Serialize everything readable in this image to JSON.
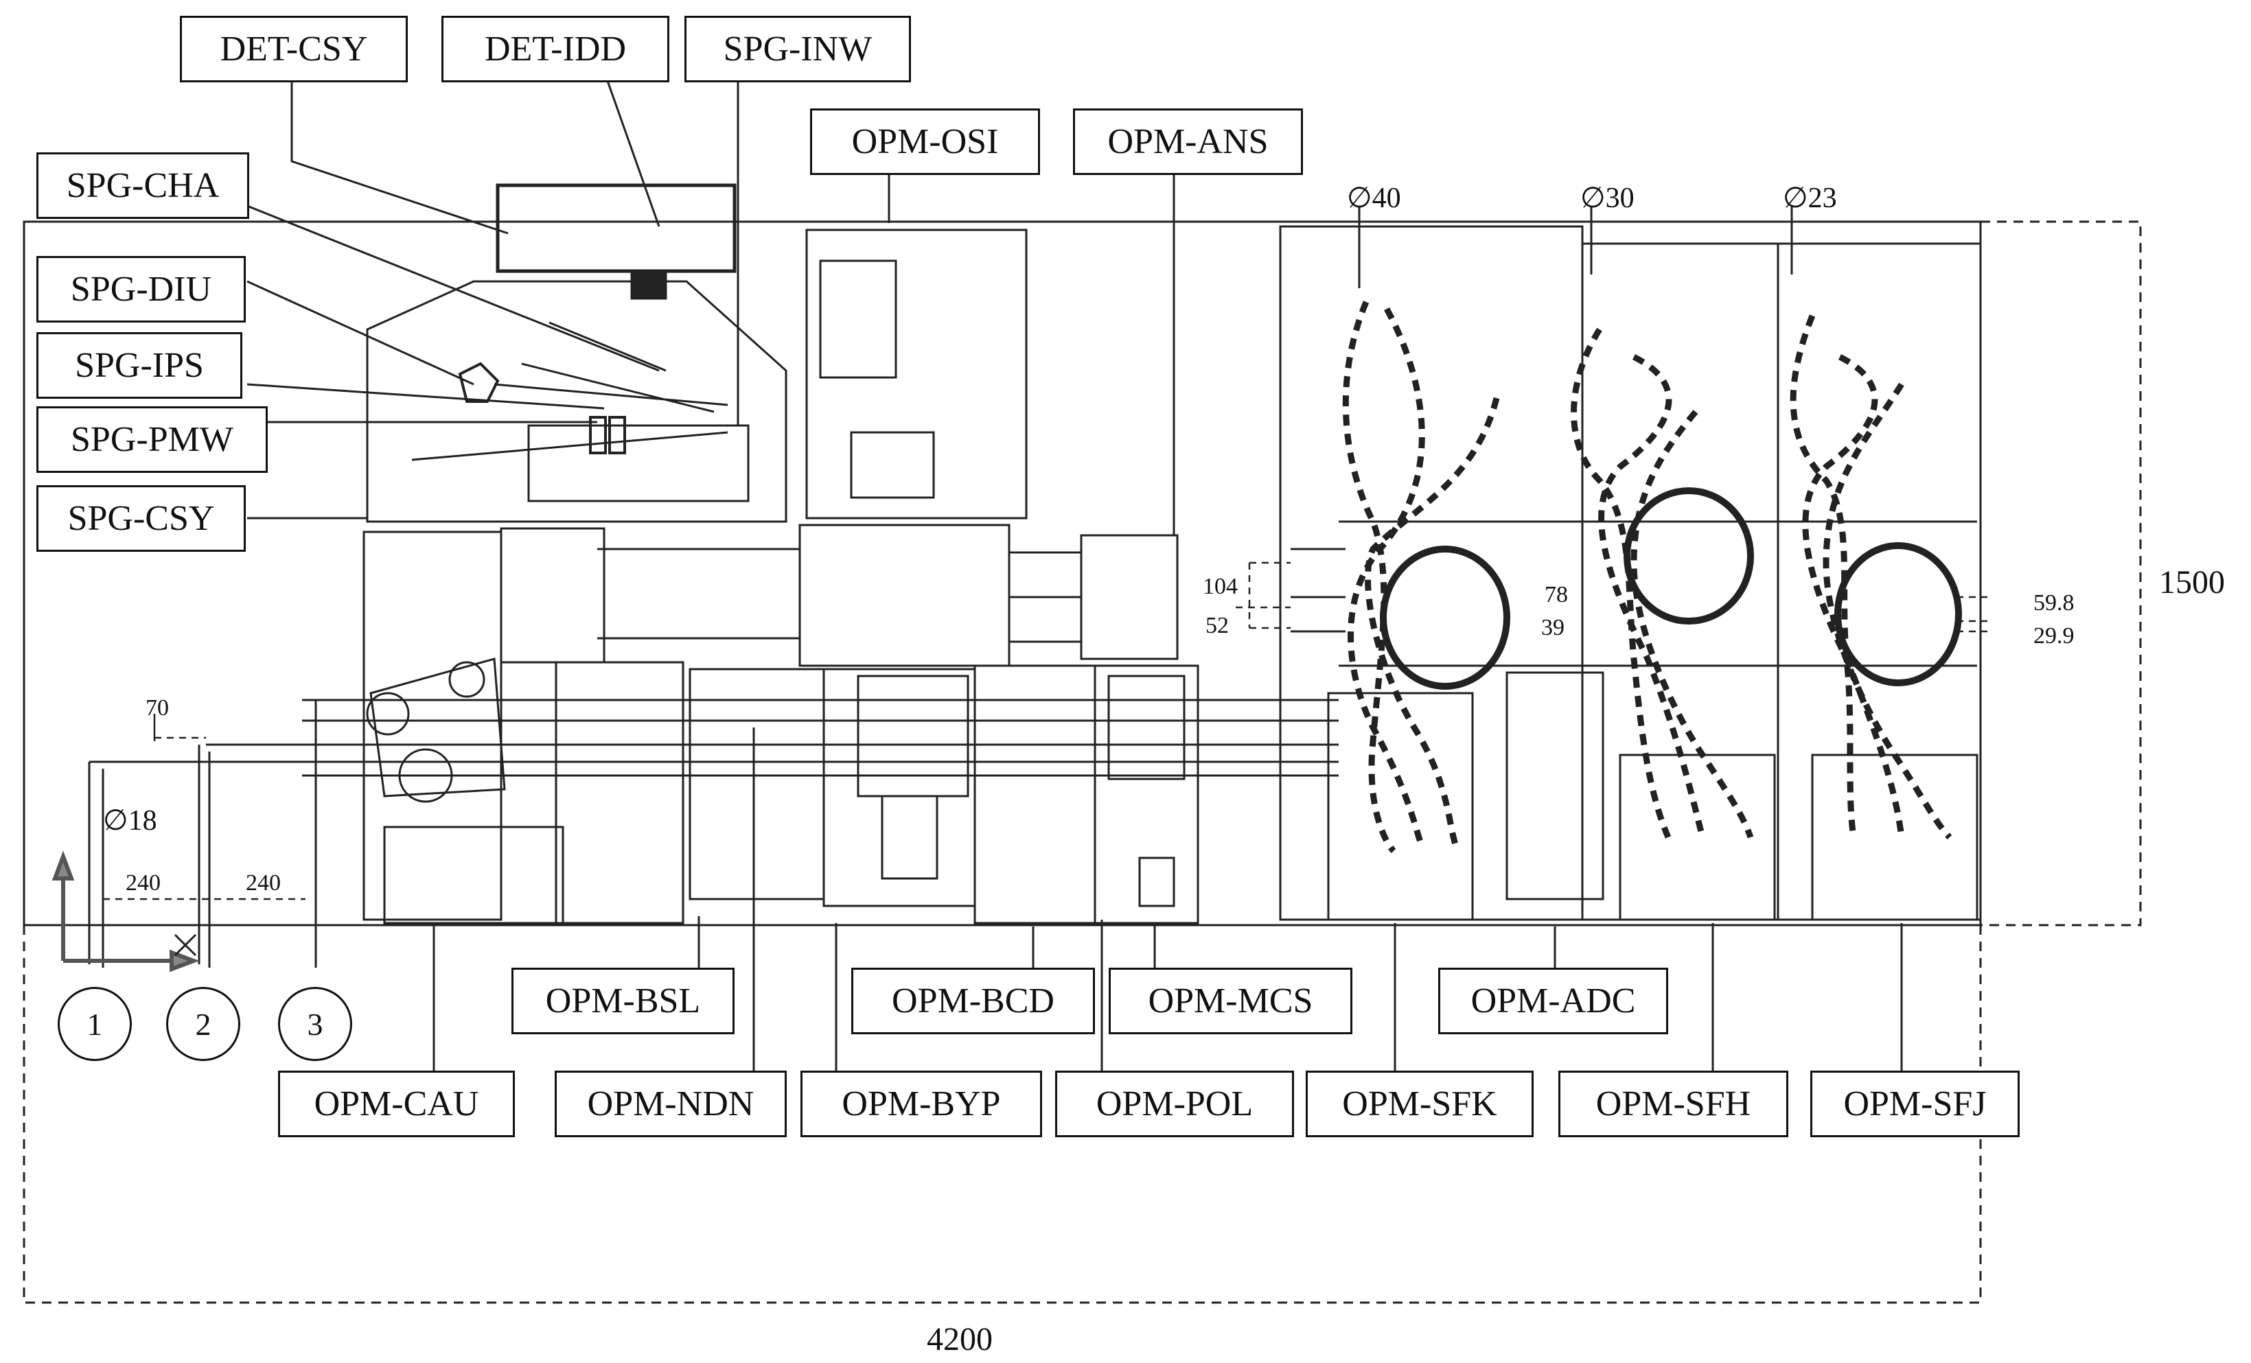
{
  "labels": {
    "det_csy": "DET-CSY",
    "det_idd": "DET-IDD",
    "spg_inw": "SPG-INW",
    "opm_osi": "OPM-OSI",
    "opm_ans": "OPM-ANS",
    "spg_cha": "SPG-CHA",
    "spg_diu": "SPG-DIU",
    "spg_ips": "SPG-IPS",
    "spg_pmw": "SPG-PMW",
    "spg_csy": "SPG-CSY",
    "opm_bsl": "OPM-BSL",
    "opm_bcd": "OPM-BCD",
    "opm_mcs": "OPM-MCS",
    "opm_adc": "OPM-ADC",
    "opm_cau": "OPM-CAU",
    "opm_ndn": "OPM-NDN",
    "opm_byp": "OPM-BYP",
    "opm_pol": "OPM-POL",
    "opm_sfk": "OPM-SFK",
    "opm_sfh": "OPM-SFH",
    "opm_sfj": "OPM-SFJ"
  },
  "dimensions": {
    "d40": "∅40",
    "d30": "∅30",
    "d23": "∅23",
    "d18": "∅18",
    "v70": "70",
    "v240a": "240",
    "v240b": "240",
    "v104": "104",
    "v52": "52",
    "v78": "78",
    "v39": "39",
    "v59_8": "59.8",
    "v29_9": "29.9",
    "v1500": "1500",
    "v4200": "4200"
  },
  "markers": [
    "1",
    "2",
    "3"
  ]
}
